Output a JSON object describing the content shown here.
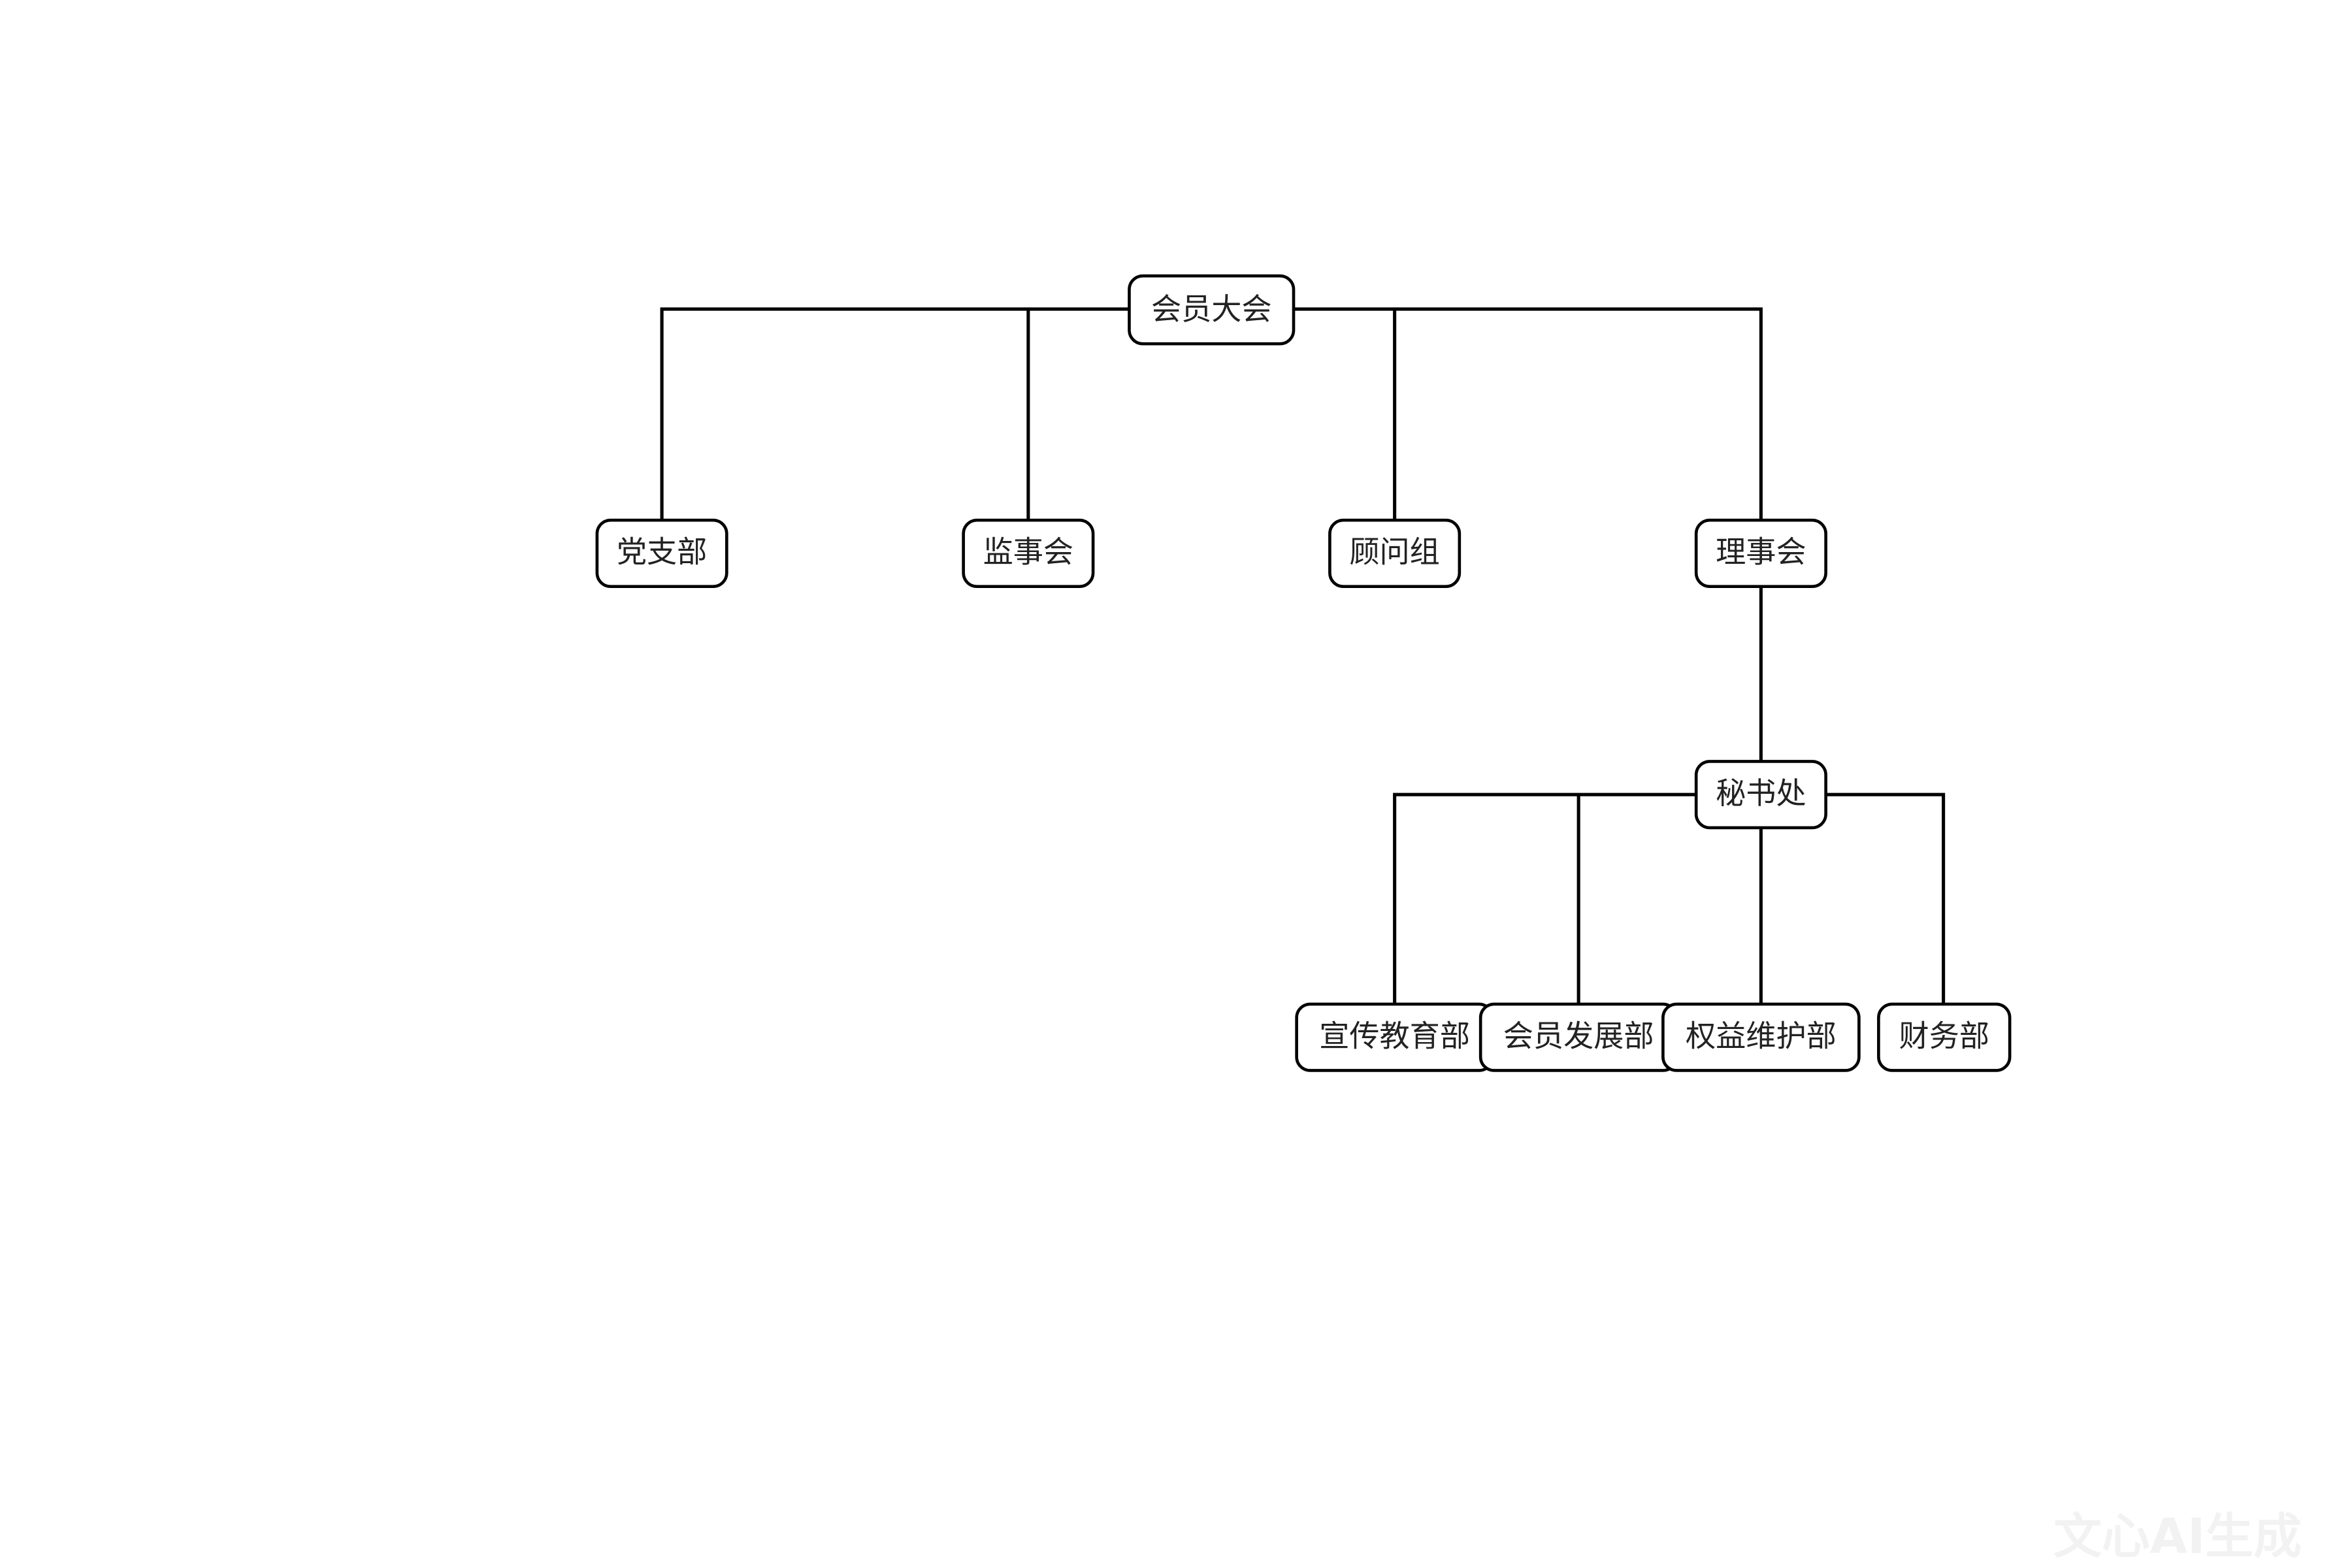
{
  "org_chart": {
    "root": "会员大会",
    "level2": [
      "党支部",
      "监事会",
      "顾问组",
      "理事会"
    ],
    "secretariat": "秘书处",
    "departments": [
      "宣传教育部",
      "会员发展部",
      "权益维护部",
      "财务部"
    ]
  },
  "watermark": "文心AI生成"
}
